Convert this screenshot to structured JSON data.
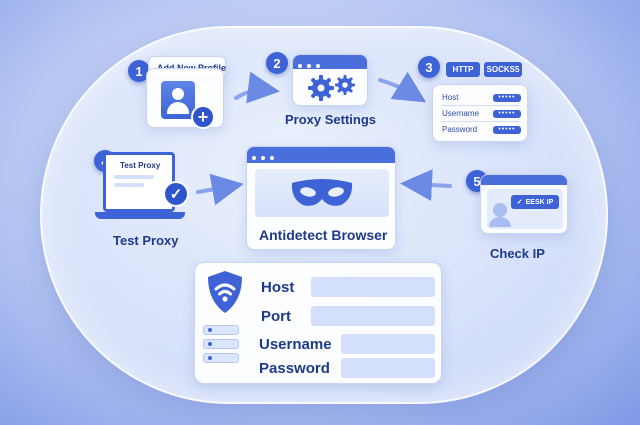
{
  "diagram": {
    "steps": [
      {
        "number": "1",
        "label": "Add New Profile"
      },
      {
        "number": "2",
        "label": "Proxy Settings"
      },
      {
        "number": "3",
        "label": "",
        "tabs": [
          "HTTP",
          "SOCKS5"
        ],
        "fields": [
          "Host",
          "Username",
          "Password"
        ],
        "masked": "•••••"
      },
      {
        "number": "4",
        "label": "Test Proxy",
        "screen_text": "Test Proxy"
      },
      {
        "number": "5",
        "label": "Check IP",
        "badge_text": "EESK IP"
      }
    ],
    "center": {
      "label": "Antidetect Browser"
    },
    "form": {
      "fields": [
        "Host",
        "Port",
        "Username",
        "Password"
      ]
    }
  },
  "colors": {
    "accent": "#3d63d6",
    "text": "#1e3a8a",
    "background": "#b7c7f3"
  },
  "icons": [
    "user-plus-icon",
    "gears-icon",
    "mask-icon",
    "laptop-icon",
    "check-icon",
    "shield-wifi-icon",
    "server-icon",
    "arrow-icon"
  ]
}
